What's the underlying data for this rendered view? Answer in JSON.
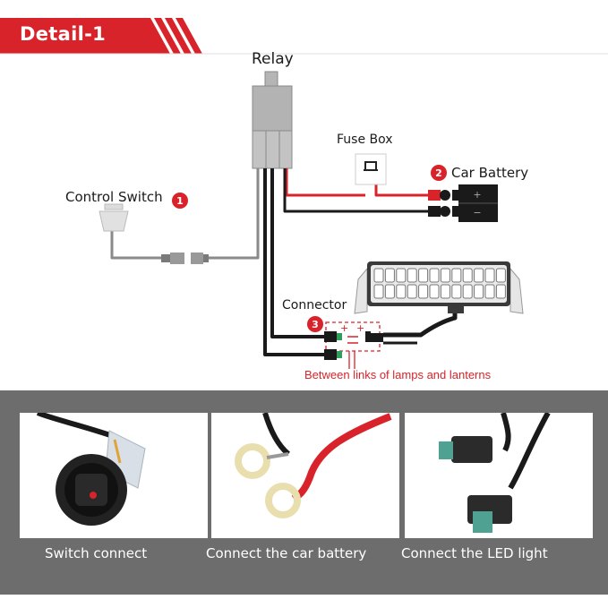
{
  "header": {
    "title": "Detail-1"
  },
  "labels": {
    "relay": "Relay",
    "fuse_box": "Fuse Box",
    "car_battery": "Car Battery",
    "control_switch": "Control Switch",
    "connector": "Connector",
    "between": "Between links of lamps and lanterns"
  },
  "badges": [
    "1",
    "2",
    "3"
  ],
  "battery_terminals": {
    "positive": "+",
    "negative": "−"
  },
  "connector_signs": [
    "+",
    "+"
  ],
  "panels": [
    {
      "caption": "Switch connect"
    },
    {
      "caption": "Connect the car battery"
    },
    {
      "caption": "Connect the LED light"
    }
  ],
  "colors": {
    "accent_red": "#d9232a",
    "wire_black": "#1a1a1a",
    "wire_gray": "#8a8a8a",
    "panel_bg": "#6d6d6d"
  },
  "icons": [
    "relay-icon",
    "fuse-box-icon",
    "battery-icon",
    "control-switch-icon",
    "light-bar-icon",
    "connector-icon"
  ]
}
